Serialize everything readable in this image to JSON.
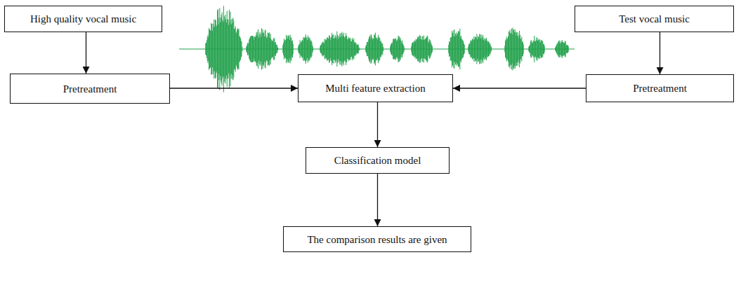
{
  "diagram": {
    "nodes": [
      {
        "text": [
          "High quality vocal music"
        ]
      },
      {
        "text": [
          "Test vocal music"
        ]
      },
      {
        "text": [
          "Pretreatment"
        ]
      },
      {
        "text": [
          "Multi feature extraction"
        ]
      },
      {
        "text": [
          "Pretreatment"
        ]
      },
      {
        "text": [
          "Classification model"
        ]
      },
      {
        "text": [
          "The comparison results are given"
        ]
      }
    ],
    "edges": [
      {
        "from": 0,
        "to": 2,
        "arrow": "to"
      },
      {
        "from": 1,
        "to": 4,
        "arrow": "to"
      },
      {
        "from": 2,
        "to": 3,
        "arrow": "to"
      },
      {
        "from": 4,
        "to": 3,
        "arrow": "to"
      },
      {
        "from": 3,
        "to": 5,
        "arrow": "to"
      },
      {
        "from": 5,
        "to": 6,
        "arrow": "to"
      }
    ]
  }
}
